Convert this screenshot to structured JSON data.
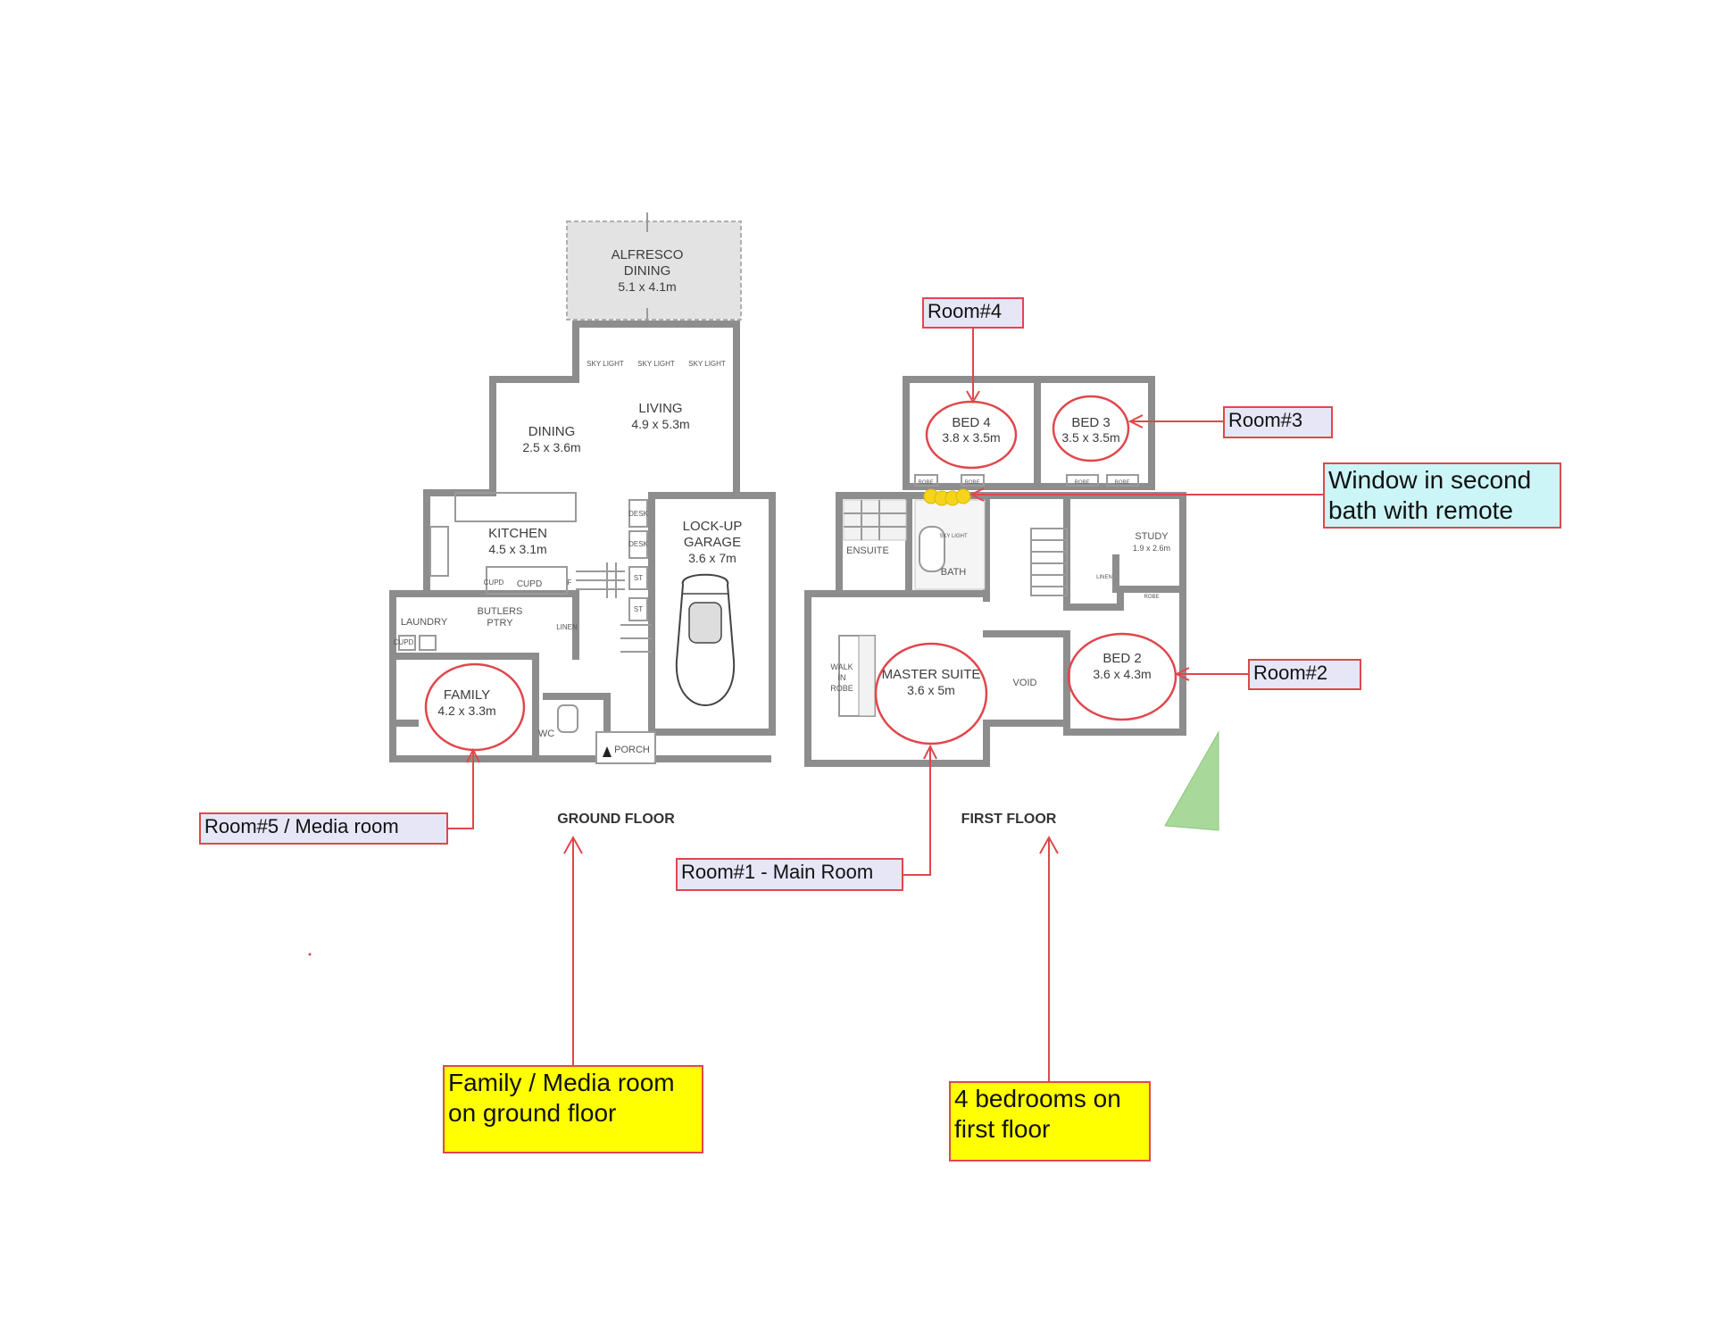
{
  "ground_floor": {
    "title": "GROUND FLOOR",
    "rooms": [
      {
        "name": "ALFRESCO",
        "name2": "DINING",
        "dims": "5.1 x 4.1m"
      },
      {
        "name": "LIVING",
        "dims": "4.9 x 5.3m"
      },
      {
        "name": "DINING",
        "dims": "2.5 x 3.6m"
      },
      {
        "name": "KITCHEN",
        "dims": "4.5 x 3.1m"
      },
      {
        "name": "LOCK-UP",
        "name2": "GARAGE",
        "dims": "3.6 x 7m"
      },
      {
        "name": "BUTLERS",
        "name2": "PTRY"
      },
      {
        "name": "LAUNDRY"
      },
      {
        "name": "FAMILY",
        "dims": "4.2 x 3.3m"
      },
      {
        "name": "WC"
      },
      {
        "name": "PORCH"
      }
    ],
    "small_labels": [
      "SKY LIGHT",
      "SKY LIGHT",
      "SKY LIGHT",
      "DESK",
      "DESK",
      "ST",
      "ST",
      "LINEN",
      "CUPD",
      "CUPD",
      "F",
      "CUPD"
    ]
  },
  "first_floor": {
    "title": "FIRST FLOOR",
    "rooms": [
      {
        "name": "BED 4",
        "dims": "3.8 x 3.5m"
      },
      {
        "name": "BED 3",
        "dims": "3.5 x 3.5m"
      },
      {
        "name": "ENSUITE"
      },
      {
        "name": "BATH"
      },
      {
        "name": "STUDY",
        "dims": "1.9 x 2.6m"
      },
      {
        "name": "MASTER SUITE",
        "dims": "3.6 x 5m"
      },
      {
        "name": "WALK",
        "name2": "IN",
        "name3": "ROBE"
      },
      {
        "name": "VOID"
      },
      {
        "name": "BED 2",
        "dims": "3.6 x 4.3m"
      }
    ],
    "small_labels": [
      "ROBE",
      "ROBE",
      "ROBE",
      "ROBE",
      "SKY LIGHT",
      "LINEN",
      "ROBE"
    ]
  },
  "annotations": {
    "room4": "Room#4",
    "room3": "Room#3",
    "window_note_line1": "Window in second",
    "window_note_line2": "bath with remote",
    "room2": "Room#2",
    "room5": "Room#5 / Media room",
    "room1": "Room#1 - Main Room",
    "family_note_line1": "Family / Media room",
    "family_note_line2": "on ground floor",
    "bedrooms_note_line1": "4 bedrooms on",
    "bedrooms_note_line2": "first floor"
  },
  "colors": {
    "annotation_red": "#e0474c",
    "label_box": "#e6e6f7",
    "cyan_box": "#ccf5f7",
    "yellow_box": "#ffff00",
    "window_marker": "#f5d51b"
  }
}
